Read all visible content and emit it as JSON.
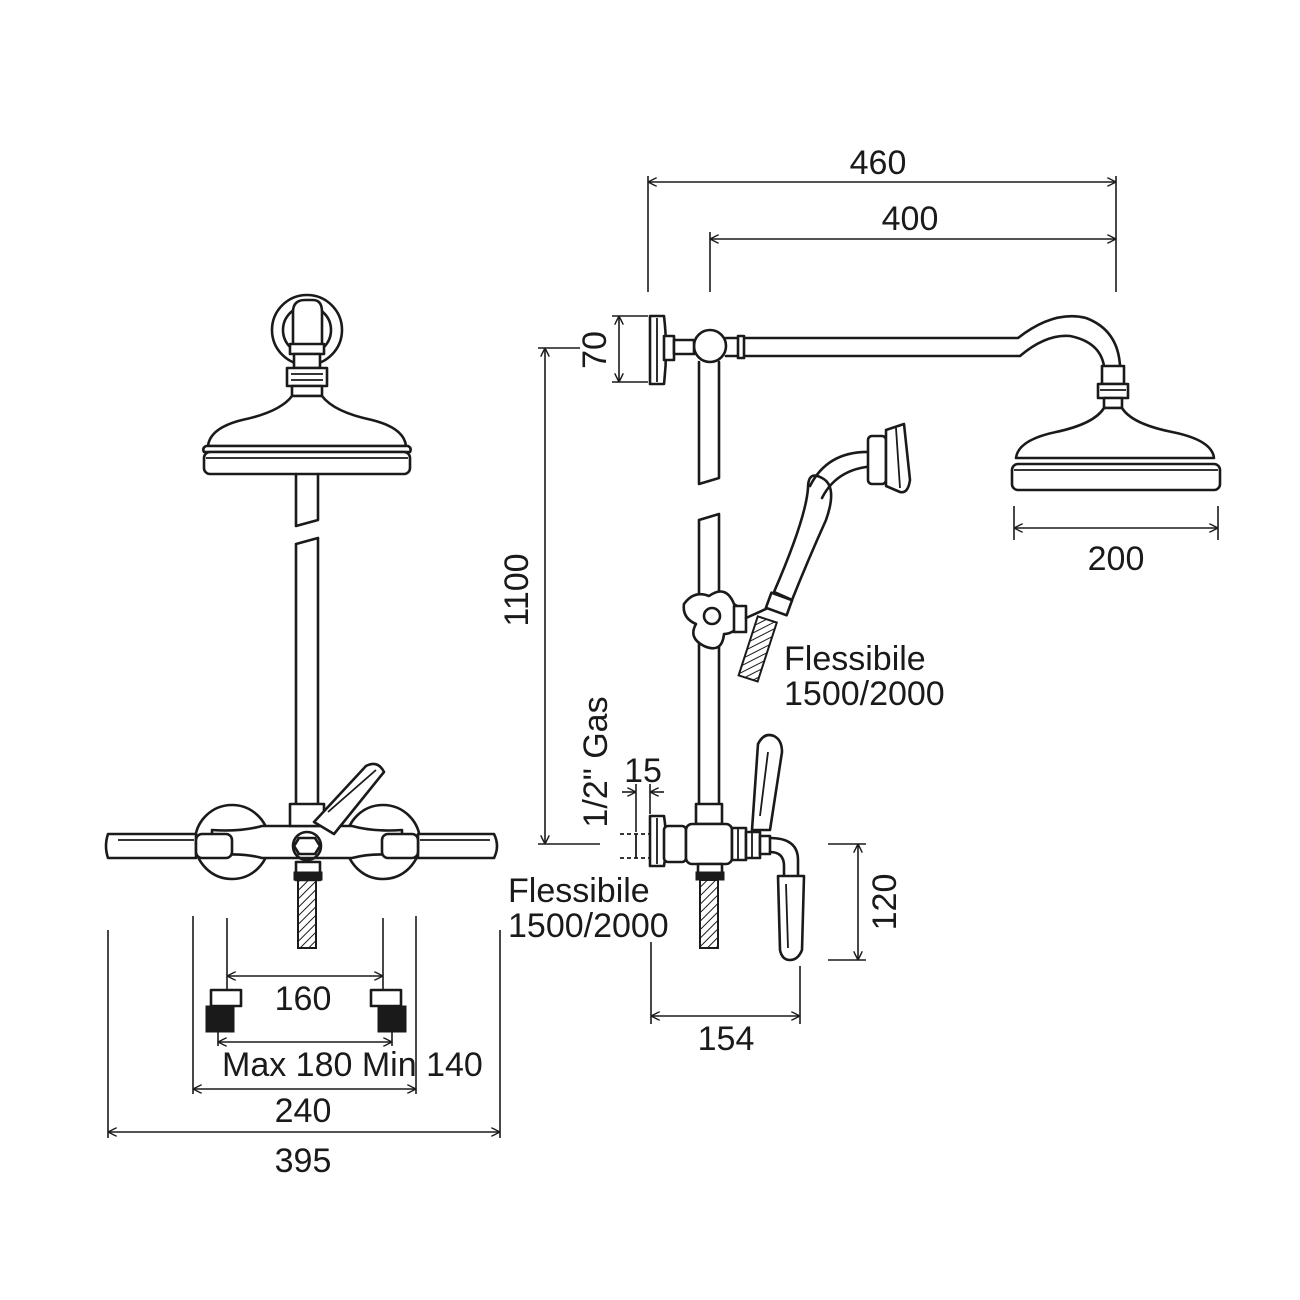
{
  "colors": {
    "ink": "#1a1a1a",
    "background": "#ffffff"
  },
  "front_view": {
    "dim_spout_centers": "160",
    "dim_adjust": "Max 180 Min 140",
    "dim_body_width": "240",
    "dim_overall_width": "395"
  },
  "side_view": {
    "dim_arm_total": "460",
    "dim_arm_reach": "400",
    "dim_wall_flange": "70",
    "dim_height": "1100",
    "dim_head_diameter": "200",
    "dim_projection": "154",
    "dim_handle": "120",
    "dim_connection_depth": "15",
    "connection_thread": "1/2\" Gas",
    "hose_label_upper_line1": "Flessibile",
    "hose_label_upper_line2": "1500/2000",
    "hose_label_lower_line1": "Flessibile",
    "hose_label_lower_line2": "1500/2000"
  }
}
